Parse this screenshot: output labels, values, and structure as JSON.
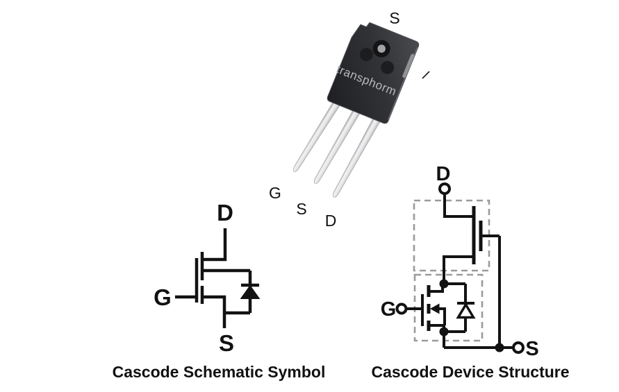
{
  "package": {
    "logo_text": "transphorm",
    "top_pin_label": "S",
    "lead_labels": [
      "G",
      "S",
      "D"
    ],
    "colors": {
      "body": "#2b2c2f",
      "body_highlight": "#47484c",
      "leads": "#e9e9ea",
      "logo": "#b7babd",
      "hole_inner": "#a3a3a6"
    }
  },
  "schematic_symbol": {
    "caption": "Cascode Schematic Symbol",
    "labels": {
      "drain": "D",
      "gate": "G",
      "source": "S"
    },
    "line_color": "#121212"
  },
  "device_structure": {
    "caption": "Cascode Device Structure",
    "labels": {
      "drain": "D",
      "gate": "G",
      "source": "S"
    },
    "line_color": "#121212",
    "dashed_box_color": "#9b9b9b"
  }
}
